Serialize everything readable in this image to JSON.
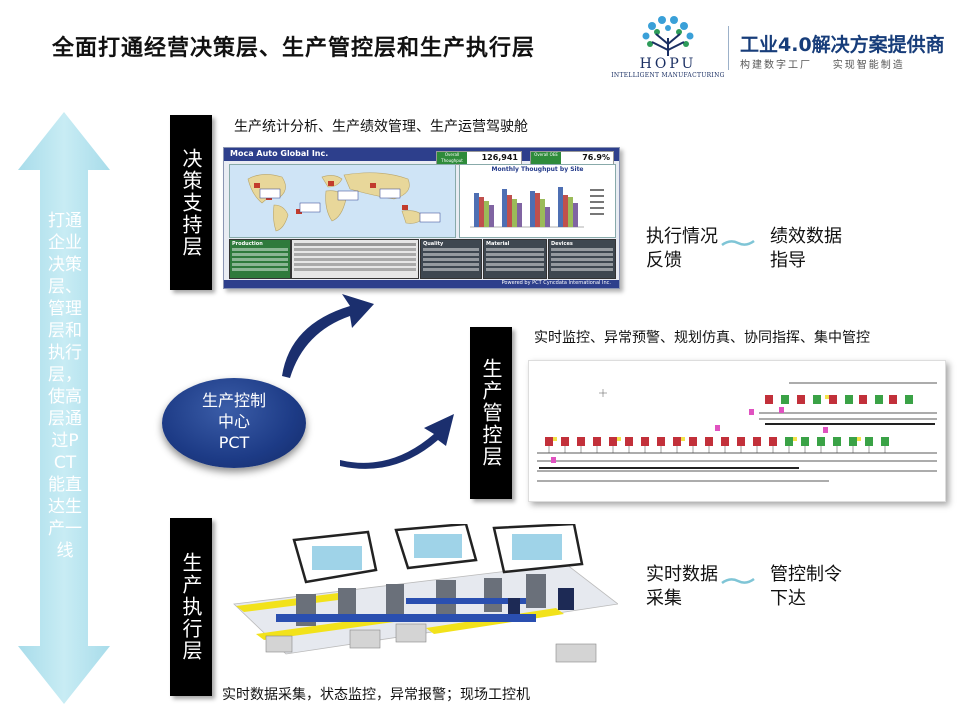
{
  "header": {
    "title": "全面打通经营决策层、生产管控层和生产执行层",
    "logo_text": "HOPU",
    "logo_sub": "INTELLIGENT MANUFACTURING",
    "tagline_main": "工业4.0解决方案提供商",
    "tagline_sub": "构建数字工厂    实现智能制造"
  },
  "left_arrow": {
    "text": "打通企业决策层、管理层和执行层，使高层通过PCT能直达生产一线"
  },
  "layers": {
    "decision": {
      "label": "决策支持层",
      "caption": "生产统计分析、生产绩效管理、生产运营驾驶舱"
    },
    "control": {
      "label": "生产管控层",
      "caption": "实时监控、异常预警、规划仿真、协同指挥、集中管控"
    },
    "execution": {
      "label": "生产执行层",
      "caption": "实时数据采集，状态监控，异常报警；现场工控机"
    }
  },
  "dashboard": {
    "title": "Moca Auto Global Inc.",
    "kpi1_label": "Overall Thoughput",
    "kpi1_value": "126,941",
    "kpi2_label": "Overall OEE",
    "kpi2_value": "76.9%",
    "chart_title": "Monthly Thoughput by Site",
    "tables": [
      "Production",
      "Quality",
      "Material",
      "Devices"
    ],
    "footer": "Powered by PCT   Cyncdata International Inc."
  },
  "feedback_top": {
    "left": "执行情况反馈",
    "right": "绩效数据指导"
  },
  "feedback_bottom": {
    "left": "实时数据采集",
    "right": "管控制令下达"
  },
  "center": {
    "line1": "生产控制",
    "line2": "中心",
    "line3": "PCT"
  },
  "colors": {
    "arrow_fill": "#bfe6f0",
    "circle": "#1d3b86",
    "curve_arrow": "#1b2f6e",
    "title_blue": "#173d7a"
  }
}
